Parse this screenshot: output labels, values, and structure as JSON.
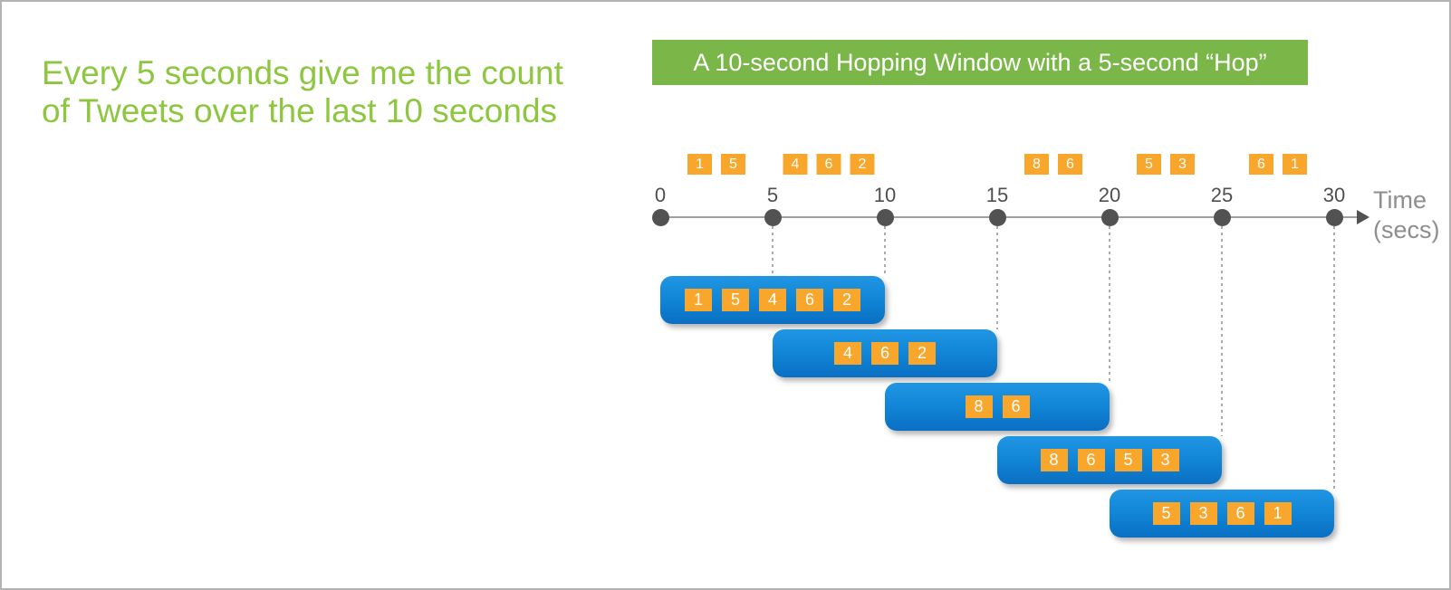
{
  "colors": {
    "note_green": "#8DC63F",
    "banner_green": "#7AB648",
    "event_orange": "#F8A72C",
    "window_blue_top": "#2196E3",
    "window_blue_mid": "#1287D8",
    "window_blue_bottom": "#0A6FC2",
    "axis_gray": "#A0A0A0",
    "dot_gray": "#525252",
    "tick_label_gray": "#4F4F4F",
    "axis_label_gray": "#8E8E8E",
    "dash_gray": "#ABABAB"
  },
  "note": {
    "text": "Every 5 seconds give me the count of Tweets over the last 10 seconds"
  },
  "banner": {
    "title": "A 10-second Hopping Window with a 5-second “Hop”"
  },
  "timeline": {
    "ticks": [
      0,
      5,
      10,
      15,
      20,
      25,
      30
    ],
    "axis_label": {
      "line1": "Time",
      "line2": "(secs)"
    }
  },
  "input_events": [
    {
      "between": [
        0,
        5
      ],
      "values": [
        1,
        5
      ]
    },
    {
      "between": [
        5,
        10
      ],
      "values": [
        4,
        6,
        2
      ]
    },
    {
      "between": [
        15,
        20
      ],
      "values": [
        8,
        6
      ]
    },
    {
      "between": [
        20,
        25
      ],
      "values": [
        5,
        3
      ]
    },
    {
      "between": [
        25,
        30
      ],
      "values": [
        6,
        1
      ]
    }
  ],
  "windows": [
    {
      "start": 0,
      "end": 10,
      "values": [
        1,
        5,
        4,
        6,
        2
      ]
    },
    {
      "start": 5,
      "end": 15,
      "values": [
        4,
        6,
        2
      ]
    },
    {
      "start": 10,
      "end": 20,
      "values": [
        8,
        6
      ]
    },
    {
      "start": 15,
      "end": 25,
      "values": [
        8,
        6,
        5,
        3
      ]
    },
    {
      "start": 20,
      "end": 30,
      "values": [
        5,
        3,
        6,
        1
      ]
    }
  ]
}
